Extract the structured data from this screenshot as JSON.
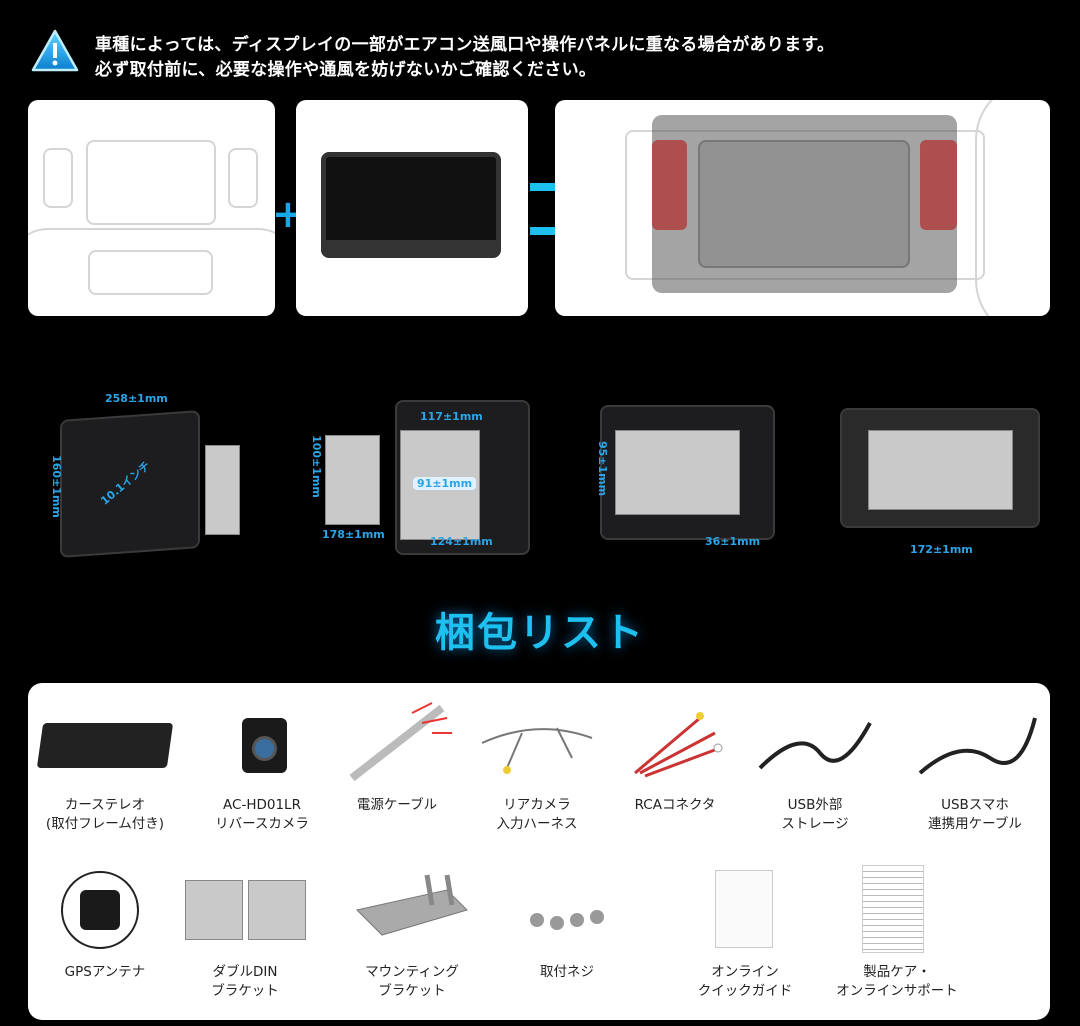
{
  "warning": {
    "icon": "warning-triangle-icon",
    "line1": "車種によっては、ディスプレイの一部がエアコン送風口や操作パネルに重なる場合があります。",
    "line2": "必ず取付前に、必要な操作や通風を妨げないかご確認ください。"
  },
  "dimensions": {
    "width": "258±1mm",
    "height": "160±1mm",
    "diagonal": "10.1インチ",
    "frame_width": "117±1mm",
    "frame_height": "100±1mm",
    "inner": "91±1mm",
    "depth": "178±1mm",
    "bracket_depth": "124±1mm",
    "body_height": "95±1mm",
    "offset": "36±1mm",
    "body_width": "172±1mm"
  },
  "packing": {
    "title": "梱包リスト",
    "items": [
      {
        "l1": "カーステレオ",
        "l2": "(取付フレーム付き)"
      },
      {
        "l1": "AC-HD01LR",
        "l2": "リバースカメラ"
      },
      {
        "l1": "電源ケーブル",
        "l2": ""
      },
      {
        "l1": "リアカメラ",
        "l2": "入力ハーネス"
      },
      {
        "l1": "RCAコネクタ",
        "l2": ""
      },
      {
        "l1": "USB外部",
        "l2": "ストレージ"
      },
      {
        "l1": "USBスマホ",
        "l2": "連携用ケーブル"
      },
      {
        "l1": "GPSアンテナ",
        "l2": ""
      },
      {
        "l1": "ダブルDIN",
        "l2": "ブラケット"
      },
      {
        "l1": "マウンティング",
        "l2": "ブラケット"
      },
      {
        "l1": "取付ネジ",
        "l2": ""
      },
      {
        "l1": "オンライン",
        "l2": "クイックガイド"
      },
      {
        "l1": "製品ケア・",
        "l2": "オンラインサポート"
      }
    ]
  },
  "colors": {
    "accent": "#1ec0f0",
    "dimension": "#2aa5e8",
    "overlap": "#b03a3a"
  }
}
